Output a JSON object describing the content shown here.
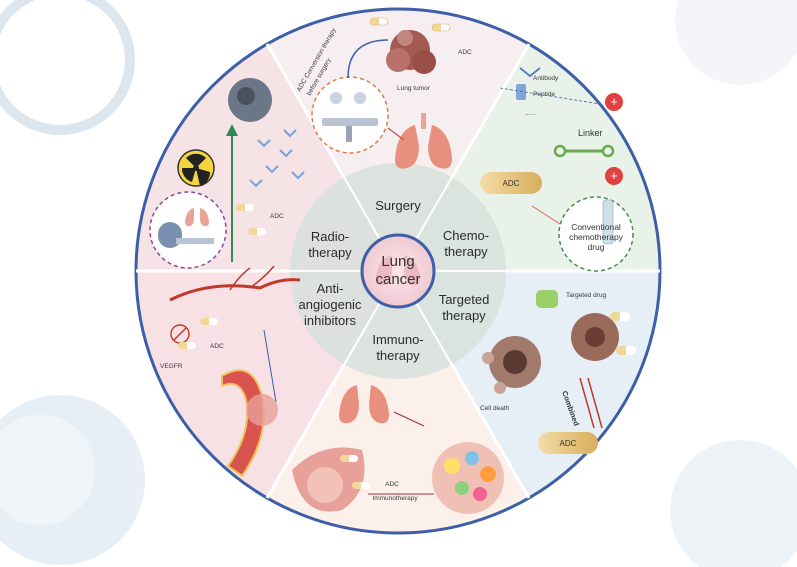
{
  "center": {
    "line1": "Lung",
    "line2": "cancer"
  },
  "sectors": [
    {
      "id": "surgery",
      "lines": [
        "Surgery"
      ]
    },
    {
      "id": "chemotherapy",
      "lines": [
        "Chemo-",
        "therapy"
      ]
    },
    {
      "id": "targeted",
      "lines": [
        "Targeted",
        "therapy"
      ]
    },
    {
      "id": "immunotherapy",
      "lines": [
        "Immuno-",
        "therapy"
      ]
    },
    {
      "id": "anti-angiogenic",
      "lines": [
        "Anti-",
        "angiogenic",
        "inhibitors"
      ]
    },
    {
      "id": "radiotherapy",
      "lines": [
        "Radio-",
        "therapy"
      ]
    }
  ],
  "labels": {
    "adc_conversion_line1": "ADC Conversion therapy",
    "adc_conversion_line2": "before surgery",
    "lung_tumor": "Lung tumor",
    "adc_surgery": "ADC",
    "antibody": "Antibody",
    "peptide": "Peptide",
    "dots": "......",
    "linker": "Linker",
    "adc_chemo": "ADC",
    "conv_drug_line1": "Conventional",
    "conv_drug_line2": "chemotherapy",
    "conv_drug_line3": "drug",
    "targeted_drug": "Targeted drug",
    "cell_death": "Cell death",
    "combined": "Combined",
    "adc_targeted": "ADC",
    "adc_immuno": "ADC",
    "immunotherapy_plus": "Immunotherapy",
    "vegfr": "VEGFR",
    "adc_angio": "ADC",
    "adc_radio": "ADC"
  },
  "colors": {
    "ring": "#3d5fa8",
    "surgery_bg": "#f6eef0",
    "chemo_bg": "#e8f2e8",
    "targeted_bg": "#e6eef6",
    "immuno_bg": "#fbf1ea",
    "angio_bg": "#f7e1e5",
    "radio_bg": "#f6e3e6",
    "inner_ring": "#d8e2dc",
    "center_fill": "#f5d9df",
    "adc_capsule": "#e8c987",
    "plus_red": "#e04040",
    "linker_green": "#6aa84f"
  }
}
